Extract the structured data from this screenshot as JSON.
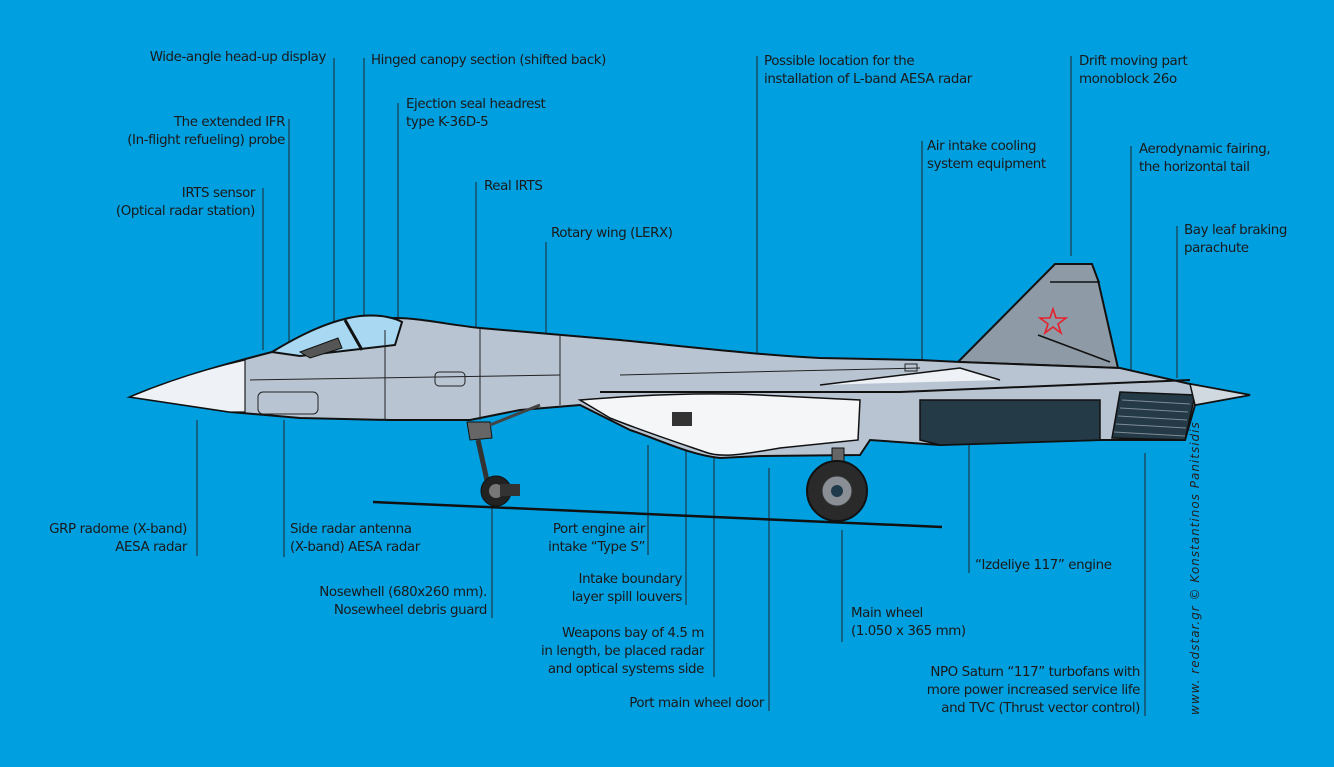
{
  "diagram": {
    "subject": "Stealth fighter side profile with annotated components",
    "background_color": "#009fe0",
    "accent_colors": {
      "star": "#e8202a",
      "fuselage": "#b8c4d2",
      "fin": "#8e9aa6",
      "dark_panel": "#243a46"
    },
    "credit": "www. redstar.gr © Konstantinos Panitsidis",
    "labels": {
      "hud": "Wide-angle head-up display",
      "canopy": "Hinged canopy section (shifted back)",
      "ifr": "The extended IFR\n(In-flight refueling) probe",
      "ejection": "Ejection seal headrest\ntype K-36D-5",
      "irts_sensor": "IRTS sensor\n(Optical radar station)",
      "real_irts": "Real IRTS",
      "lerx": "Rotary wing (LERX)",
      "lband": "Possible location for the\ninstallation of L-band AESA radar",
      "cooling": "Air intake cooling\nsystem equipment",
      "drift": "Drift moving part\nmonoblock 26o",
      "fairing": "Aerodynamic fairing,\nthe horizontal tail",
      "parachute": "Bay leaf braking\nparachute",
      "radome": "GRP radome (X-band)\nAESA radar",
      "side_radar": "Side radar antenna\n(X-band) AESA radar",
      "nosewheel": "Nosewhell (680x260 mm).\nNosewheel debris guard",
      "intake": "Port engine air\nintake “Type S”",
      "louvers": "Intake boundary\nlayer spill louvers",
      "weapons_bay": "Weapons bay of 4.5 m\nin length, be placed radar\nand optical systems side",
      "wheel_door": "Port main wheel door",
      "main_wheel": "Main wheel\n(1.050 x 365 mm)",
      "engine": "“Izdeliye 117” engine",
      "turbofans": "NPO Saturn “117” turbofans with\nmore power increased service life\nand TVC (Thrust vector control)"
    }
  }
}
